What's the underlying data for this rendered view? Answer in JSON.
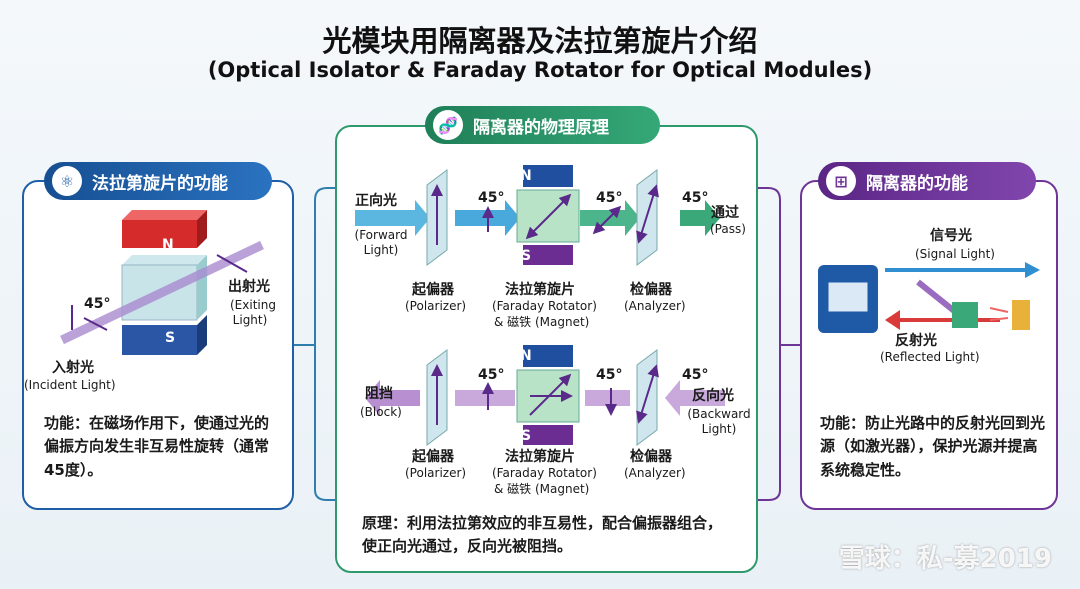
{
  "title": "光模块用隔离器及法拉第旋片介绍",
  "subtitle": "(Optical Isolator & Faraday Rotator for Optical Modules)",
  "left": {
    "header": "法拉第旋片的功能",
    "icon": "atom-icon",
    "n": "N",
    "s": "S",
    "exit_cn": "出射光",
    "exit_en": "(Exiting Light)",
    "incident_cn": "入射光",
    "incident_en": "(Incident Light)",
    "angle": "45°",
    "desc": "功能：在磁场作用下，使通过光的偏振方向发生非互易性旋转（通常45度）。"
  },
  "middle": {
    "header": "隔离器的物理原理",
    "icon": "dna-icon",
    "forward": {
      "in_cn": "正向光",
      "in_en": "(Forward Light)",
      "out_cn": "通过",
      "out_en": "(Pass)",
      "a1": "45°",
      "a2": "45°",
      "a3": "45°"
    },
    "backward": {
      "in_cn": "反向光",
      "in_en": "(Backward Light)",
      "out_cn": "阻挡",
      "out_en": "(Block)",
      "a1": "45°",
      "a2": "45°",
      "a3": "45°"
    },
    "n": "N",
    "s": "S",
    "polarizer_cn": "起偏器",
    "polarizer_en": "(Polarizer)",
    "rotator_cn": "法拉第旋片",
    "rotator_en": "(Faraday Rotator)",
    "magnet": "& 磁铁 (Magnet)",
    "analyzer_cn": "检偏器",
    "analyzer_en": "(Analyzer)",
    "desc": "原理：利用法拉第效应的非互易性，配合偏振器组合，使正向光通过，反向光被阻挡。"
  },
  "right": {
    "header": "隔离器的功能",
    "icon": "network-icon",
    "signal_cn": "信号光",
    "signal_en": "(Signal Light)",
    "reflect_cn": "反射光",
    "reflect_en": "(Reflected Light)",
    "desc": "功能：防止光路中的反射光回到光源（如激光器），保护光源并提高系统稳定性。"
  },
  "watermark": "雪球：私-募2019",
  "colors": {
    "blue": "#1f5fa8",
    "green": "#2e9a6c",
    "purple": "#6e3596"
  }
}
